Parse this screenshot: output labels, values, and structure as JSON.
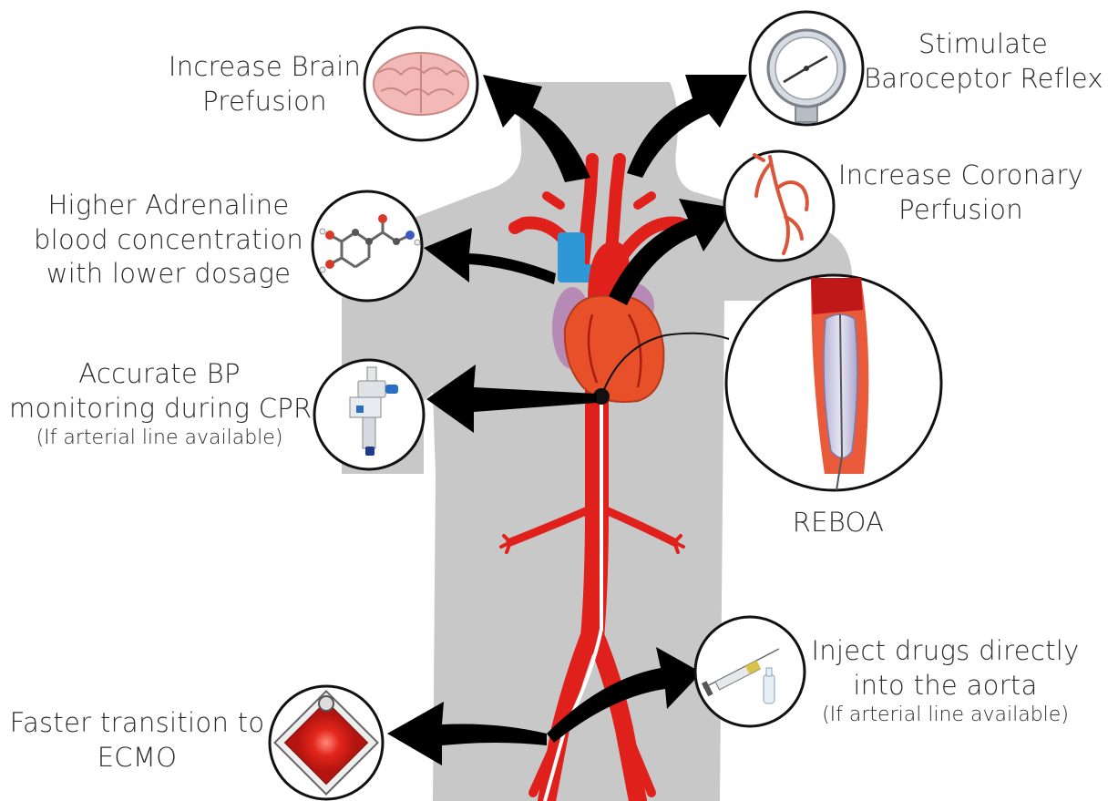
{
  "labels": {
    "brain": {
      "line1": "Increase Brain",
      "line2": "Prefusion"
    },
    "baroceptor": {
      "line1": "Stimulate",
      "line2": "Baroceptor Reflex"
    },
    "coronary": {
      "line1": "Increase Coronary",
      "line2": "Perfusion"
    },
    "adrenaline": {
      "line1": "Higher Adrenaline",
      "line2": "blood concentration",
      "line3": "with lower dosage"
    },
    "bp": {
      "line1": "Accurate BP",
      "line2": "monitoring during CPR",
      "note": "(If arterial line available)"
    },
    "reboa": {
      "line1": "REBOA"
    },
    "inject": {
      "line1": "Inject drugs directly",
      "line2": "into the aorta",
      "note": "(If arterial line available)"
    },
    "ecmo": {
      "line1": "Faster transition to",
      "line2": "ECMO"
    }
  },
  "icons": [
    "brain-icon",
    "pressure-gauge-icon",
    "coronary-artery-icon",
    "adrenaline-molecule-icon",
    "arterial-transducer-icon",
    "reboa-catheter-icon",
    "syringe-icon",
    "ampoule-icon",
    "ecmo-oxygenator-icon",
    "heart-icon",
    "aorta-icon",
    "torso-silhouette"
  ],
  "colors": {
    "body": "#c8c8c8",
    "artery": "#e0201b",
    "vein": "#2f97d6",
    "heart": "#e8502a",
    "atrium": "#b78ab5",
    "arrow": "#000000",
    "circle_stroke": "#111111"
  }
}
